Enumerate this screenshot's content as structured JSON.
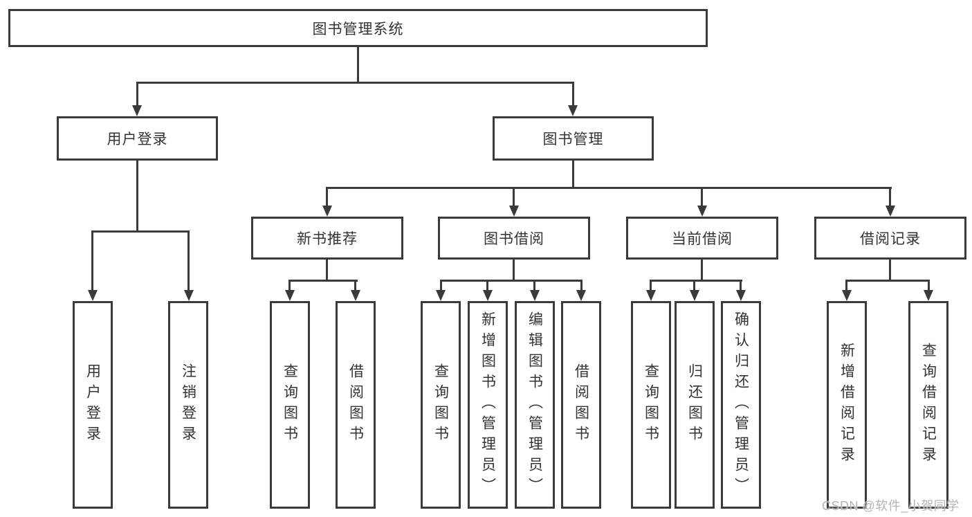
{
  "diagram": {
    "root": {
      "label": "图书管理系统"
    },
    "branches": [
      {
        "label": "用户登录",
        "children": [
          {
            "label": "用户登录"
          },
          {
            "label": "注销登录"
          }
        ]
      },
      {
        "label": "图书管理",
        "children": [
          {
            "label": "新书推荐",
            "children": [
              {
                "label": "查询图书"
              },
              {
                "label": "借阅图书"
              }
            ]
          },
          {
            "label": "图书借阅",
            "children": [
              {
                "label": "查询图书"
              },
              {
                "label": "新增图书（管理员）"
              },
              {
                "label": "编辑图书（管理员）"
              },
              {
                "label": "借阅图书"
              }
            ]
          },
          {
            "label": "当前借阅",
            "children": [
              {
                "label": "查询图书"
              },
              {
                "label": "归还图书"
              },
              {
                "label": "确认归还（管理员）"
              }
            ]
          },
          {
            "label": "借阅记录",
            "children": [
              {
                "label": "新增借阅记录"
              },
              {
                "label": "查询借阅记录"
              }
            ]
          }
        ]
      }
    ]
  },
  "watermark": {
    "text": "CSDN @软件_小贺同学"
  },
  "colors": {
    "line": "#3a3a3a",
    "text": "#333333",
    "background": "#ffffff",
    "watermark": "#b4b4b4"
  }
}
